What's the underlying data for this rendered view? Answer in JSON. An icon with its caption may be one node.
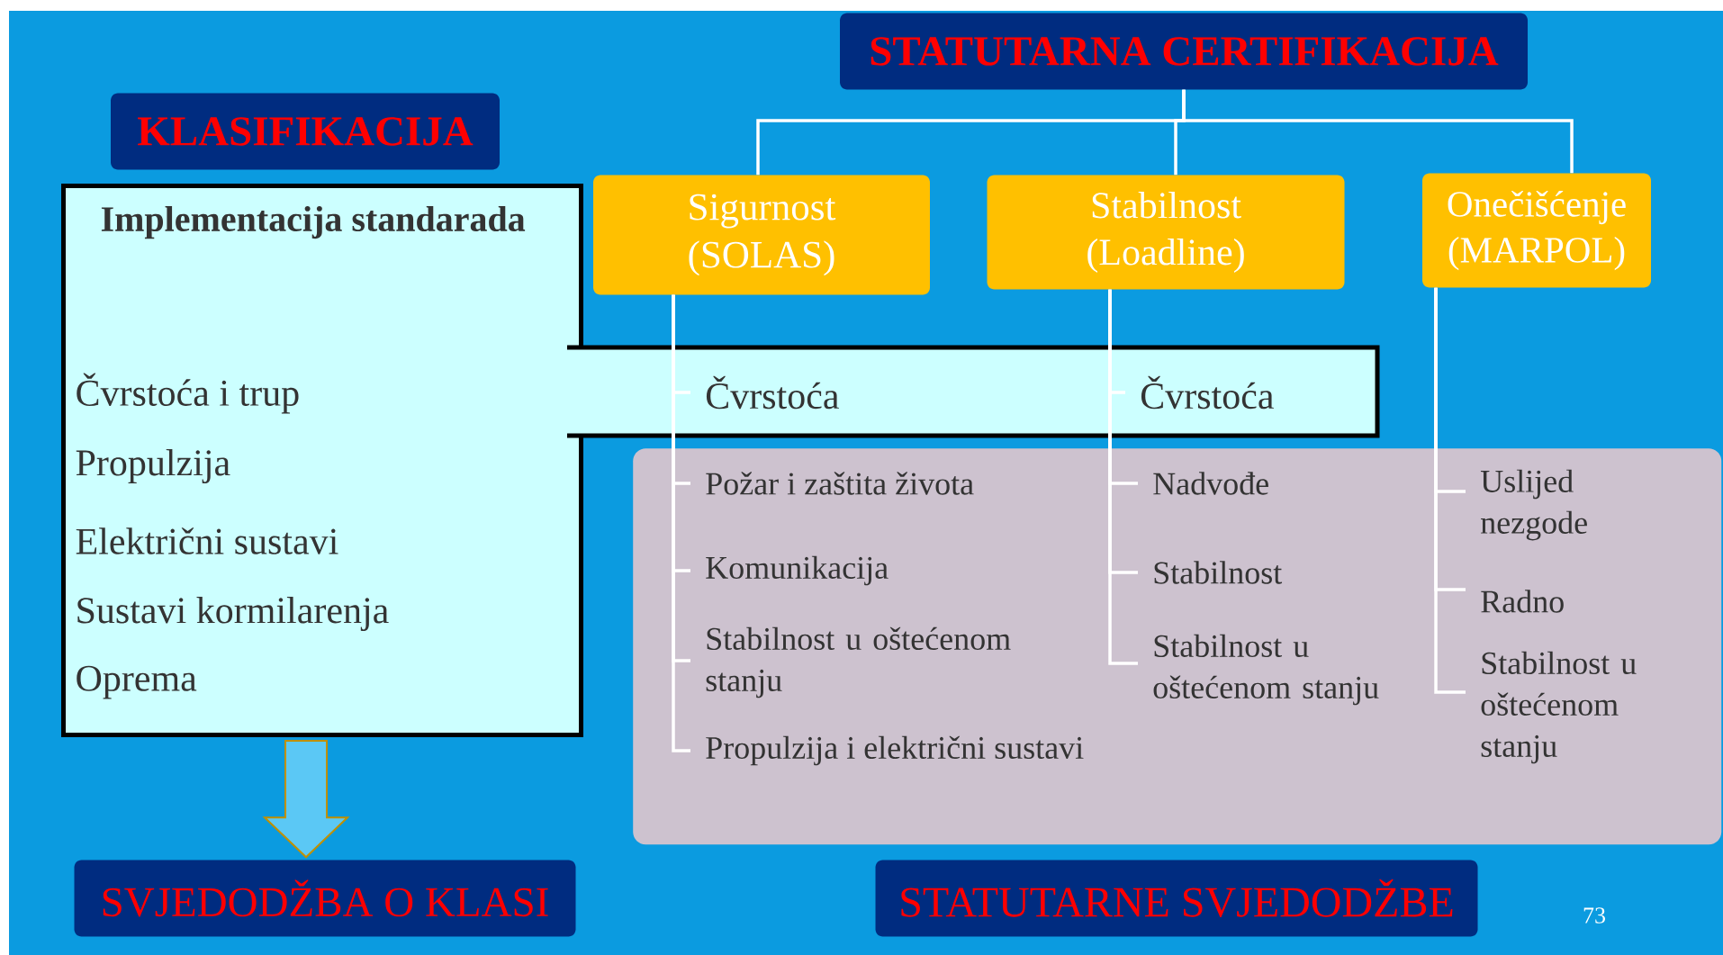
{
  "diagram": {
    "nodes": [
      {
        "text": [
          "STATUTARNA CERTIFIKACIJA"
        ]
      },
      {
        "text": [
          "KLASIFIKACIJA"
        ]
      },
      {
        "text": [
          "Implementacija standarada",
          "Čvrstoća i trup",
          "Propulzija",
          "Električni sustavi",
          "Sustavi kormilarenja",
          "Oprema"
        ]
      },
      {
        "text": [
          "Sigurnost (SOLAS)"
        ]
      },
      {
        "text": [
          "Stabilnost (Loadline)"
        ]
      },
      {
        "text": [
          "Onečišćenje (MARPOL)"
        ]
      },
      {
        "text": [],
        "shape": "box"
      },
      {
        "text": [
          "Čvrstoća"
        ],
        "in": 6
      },
      {
        "text": [
          "Čvrstoća"
        ],
        "in": 6
      },
      {
        "text": [],
        "shape": "box"
      },
      {
        "text": [
          "Požar i zaštita života"
        ],
        "in": 9
      },
      {
        "text": [
          "Komunikacija"
        ],
        "in": 9
      },
      {
        "text": [
          "Stabilnost u oštećenom stanju"
        ],
        "in": 9
      },
      {
        "text": [
          "Propulzija i električni sustavi"
        ],
        "in": 9
      },
      {
        "text": [
          "Nadvođe"
        ],
        "in": 9
      },
      {
        "text": [
          "Stabilnost"
        ],
        "in": 9
      },
      {
        "text": [
          "Stabilnost u oštećenom stanju"
        ],
        "in": 9
      },
      {
        "text": [
          "Uslijed nezgode"
        ],
        "in": 9
      },
      {
        "text": [
          "Radno"
        ],
        "in": 9
      },
      {
        "text": [
          "Stabilnost u oštećenom stanju"
        ],
        "in": 9
      },
      {
        "text": [
          "SVJEDODŽBA O KLASI"
        ]
      },
      {
        "text": [
          "STATUTARNE SVJEDODŽBE"
        ]
      }
    ],
    "edges": [
      {
        "from": 0,
        "to": 3,
        "arrow": "none"
      },
      {
        "from": 0,
        "to": 4,
        "arrow": "none"
      },
      {
        "from": 0,
        "to": 5,
        "arrow": "none"
      },
      {
        "from": 3,
        "to": 7,
        "arrow": "none"
      },
      {
        "from": 3,
        "to": 10,
        "arrow": "none"
      },
      {
        "from": 3,
        "to": 11,
        "arrow": "none"
      },
      {
        "from": 3,
        "to": 12,
        "arrow": "none"
      },
      {
        "from": 3,
        "to": 13,
        "arrow": "none"
      },
      {
        "from": 4,
        "to": 8,
        "arrow": "none"
      },
      {
        "from": 4,
        "to": 14,
        "arrow": "none"
      },
      {
        "from": 4,
        "to": 15,
        "arrow": "none"
      },
      {
        "from": 4,
        "to": 16,
        "arrow": "none"
      },
      {
        "from": 5,
        "to": 17,
        "arrow": "none"
      },
      {
        "from": 5,
        "to": 18,
        "arrow": "none"
      },
      {
        "from": 5,
        "to": 19,
        "arrow": "none"
      },
      {
        "from": 2,
        "to": 20,
        "arrow": "to",
        "style": "thick",
        "color": "#5bc8f5"
      }
    ],
    "labels": [
      "73"
    ]
  }
}
